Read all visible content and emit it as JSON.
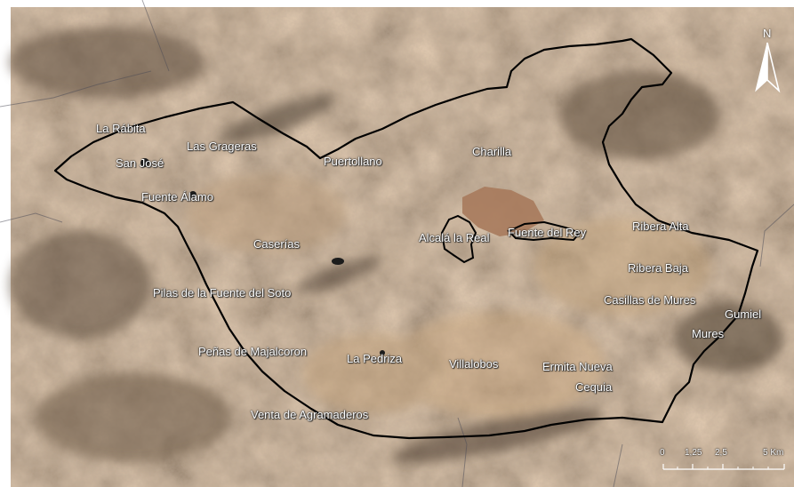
{
  "map": {
    "type": "satellite",
    "border_color": "#000000",
    "label_color": "#ffffff"
  },
  "places": [
    {
      "name": "La Rábita"
    },
    {
      "name": "Las Grageras"
    },
    {
      "name": "San José"
    },
    {
      "name": "Fuente Álamo"
    },
    {
      "name": "Puertollano"
    },
    {
      "name": "Charilla"
    },
    {
      "name": "Caserías"
    },
    {
      "name": "Alcalá la Real"
    },
    {
      "name": "Fuente del Rey"
    },
    {
      "name": "Ribera Alta"
    },
    {
      "name": "Ribera Baja"
    },
    {
      "name": "Pilas de la Fuente del Soto"
    },
    {
      "name": "Casillas de Mures"
    },
    {
      "name": "Gumiel"
    },
    {
      "name": "Mures"
    },
    {
      "name": "Peñas de Majalcoron"
    },
    {
      "name": "La Pedriza"
    },
    {
      "name": "Villalobos"
    },
    {
      "name": "Ermita Nueva"
    },
    {
      "name": "Cequia"
    },
    {
      "name": "Venta de Agramaderos"
    }
  ],
  "scale_bar": {
    "labels": [
      "0",
      "1,25",
      "2,5",
      "5 Km"
    ]
  },
  "north_arrow": {
    "letter": "N",
    "icon": "north-arrow-icon"
  }
}
